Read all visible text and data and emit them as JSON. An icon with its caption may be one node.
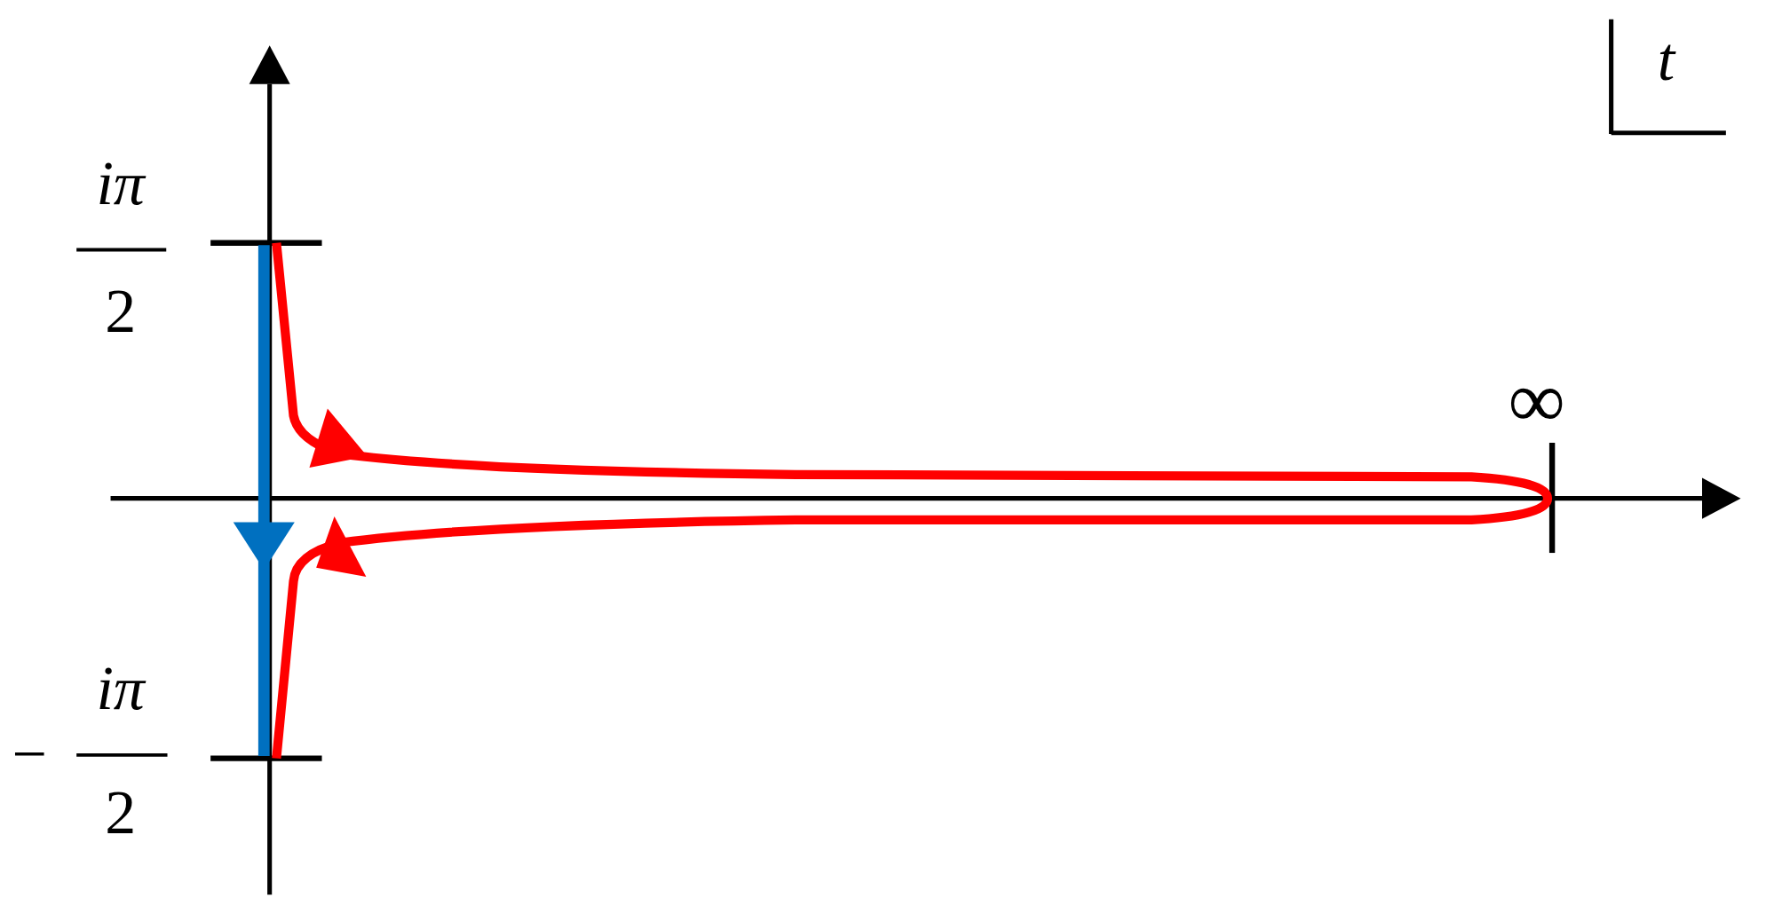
{
  "diagram": {
    "labels": [
      "t",
      "iπ",
      "2",
      "∞",
      "−",
      "iπ",
      "2"
    ]
  }
}
